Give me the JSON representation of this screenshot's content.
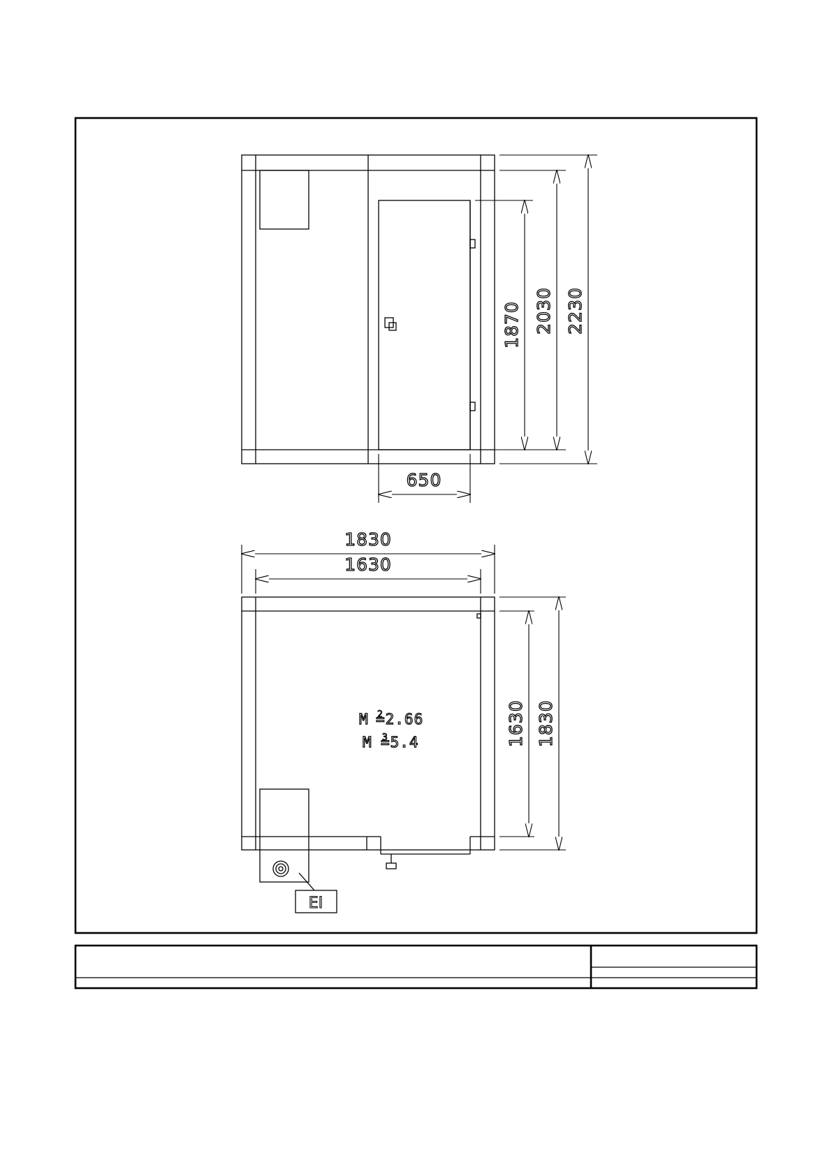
{
  "front_view": {
    "dim_door_height": "1870",
    "dim_inner_height": "2030",
    "dim_outer_height": "2230",
    "dim_door_width": "650"
  },
  "plan_view": {
    "dim_outer_width": "1830",
    "dim_inner_width": "1630",
    "dim_inner_depth": "1630",
    "dim_outer_depth": "1830",
    "area_prefix": "M",
    "area_exponent": "2",
    "area_value": "=2.66",
    "volume_prefix": "M",
    "volume_exponent": "3",
    "volume_value": "=5.4",
    "tag_label": "EI"
  }
}
